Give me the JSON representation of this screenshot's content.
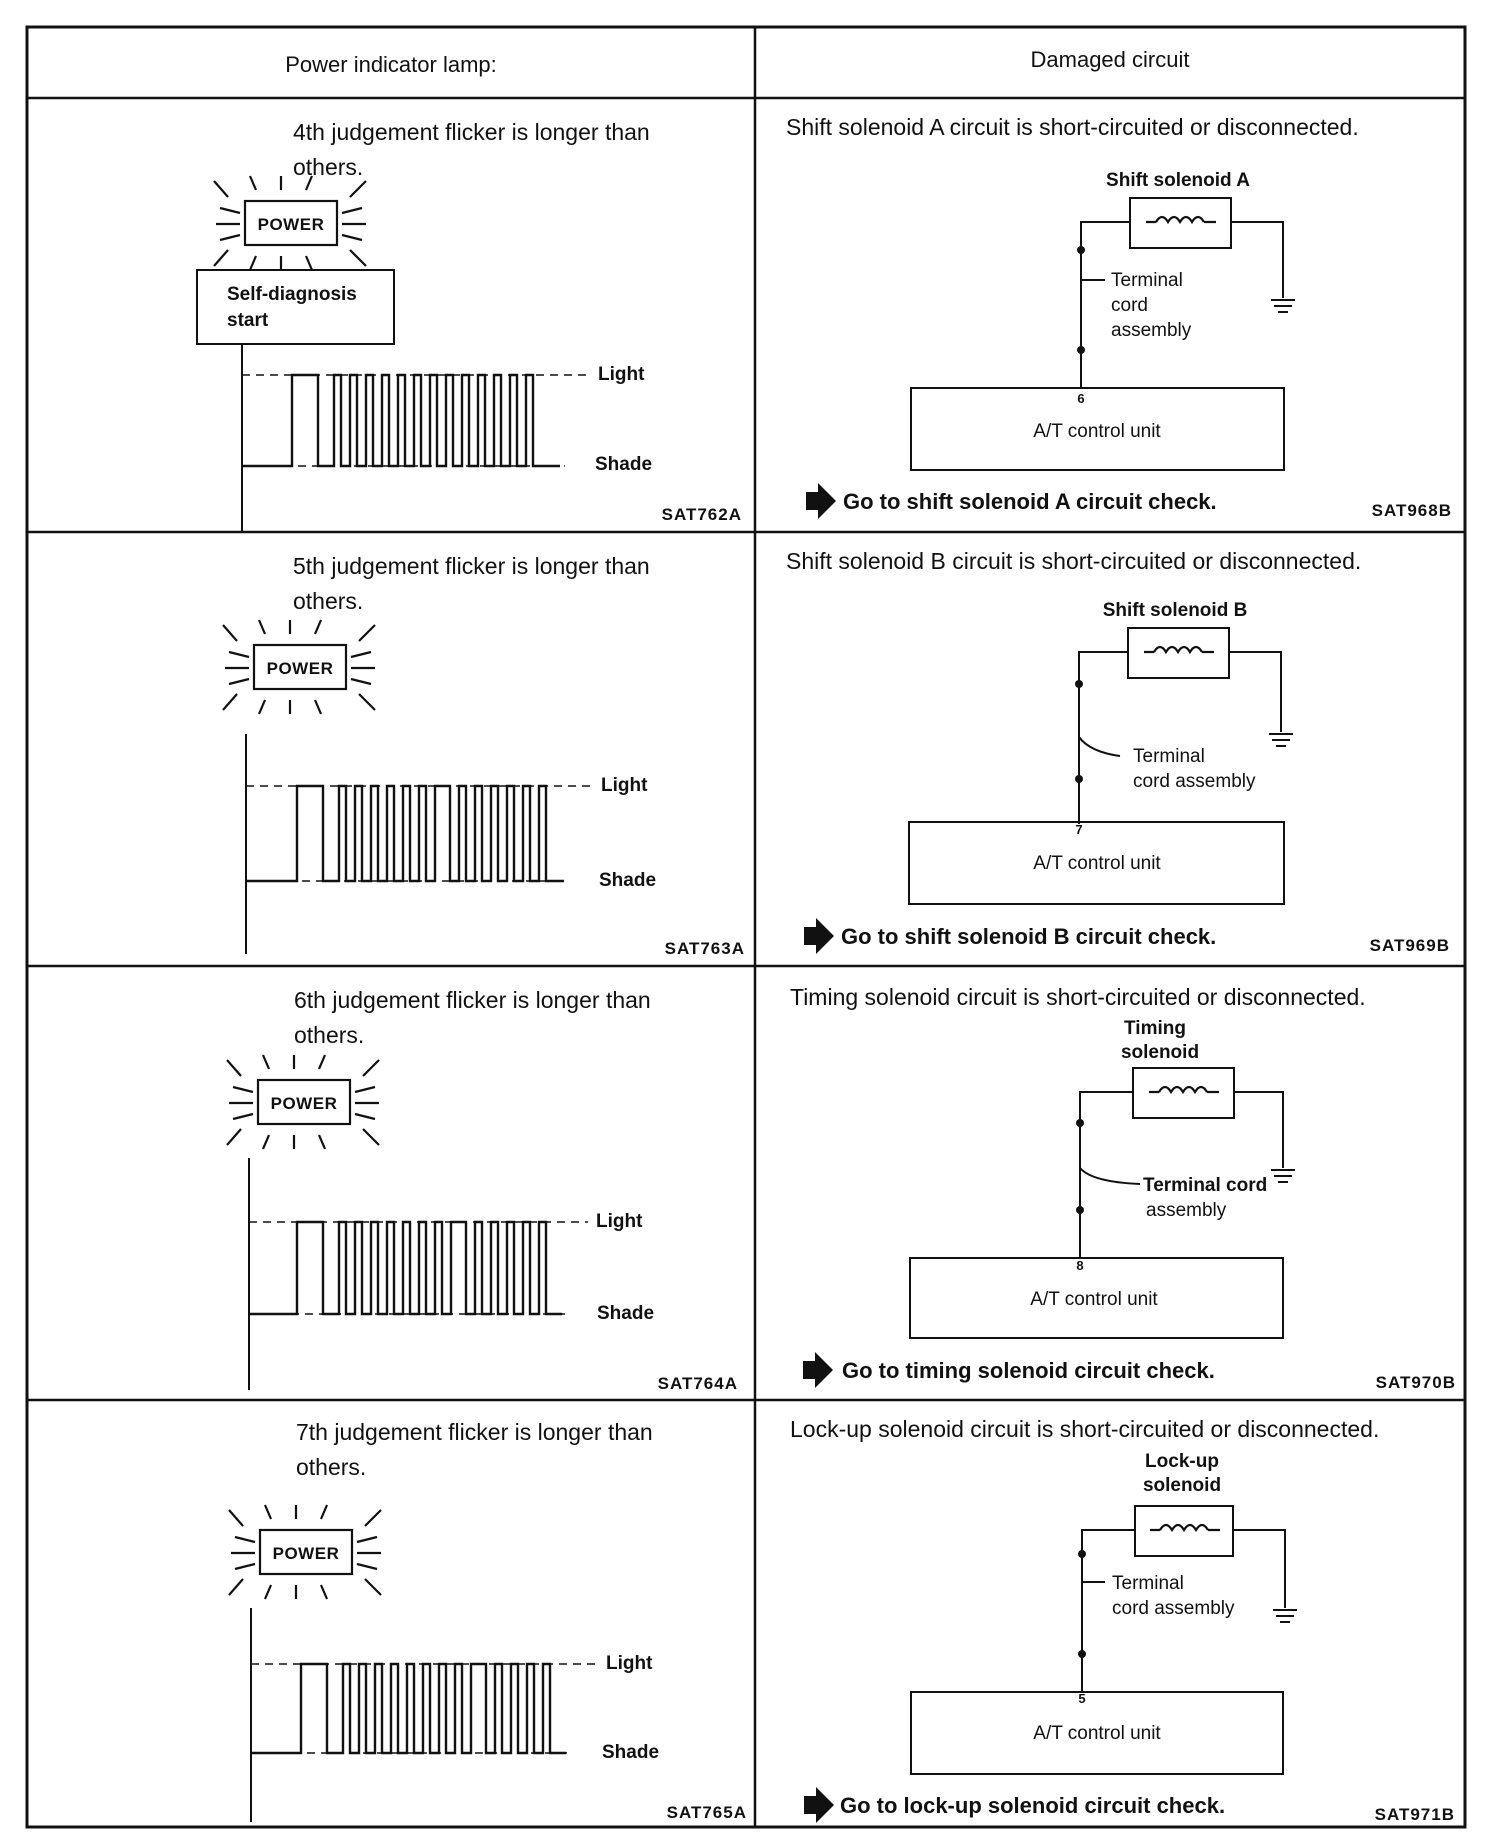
{
  "header": {
    "left": "Power indicator lamp:",
    "right": "Damaged circuit"
  },
  "common": {
    "lamp_label": "POWER",
    "light_label": "Light",
    "shade_label": "Shade",
    "control_unit": "A/T control unit",
    "self_diag_line1": "Self-diagnosis",
    "self_diag_line2": "start"
  },
  "rows": [
    {
      "cond_line1": "4th judgement flicker is longer than",
      "cond_line2": "others.",
      "left_code": "SAT762A",
      "damaged": "Shift solenoid A circuit is short-circuited or disconnected.",
      "solenoid_line1": "Shift solenoid A",
      "solenoid_line2": "",
      "terminal_line1": "Terminal",
      "terminal_line2": "cord",
      "terminal_line3": "assembly",
      "pin": "6",
      "action": "Go to shift solenoid A circuit check.",
      "right_code": "SAT968B"
    },
    {
      "cond_line1": "5th judgement flicker is longer than",
      "cond_line2": "others.",
      "left_code": "SAT763A",
      "damaged": "Shift solenoid B circuit is short-circuited or disconnected.",
      "solenoid_line1": "Shift solenoid B",
      "solenoid_line2": "",
      "terminal_line1": "Terminal",
      "terminal_line2": "cord assembly",
      "terminal_line3": "",
      "pin": "7",
      "action": "Go to shift solenoid B circuit check.",
      "right_code": "SAT969B"
    },
    {
      "cond_line1": "6th judgement flicker is longer than",
      "cond_line2": "others.",
      "left_code": "SAT764A",
      "damaged": "Timing solenoid circuit is short-circuited or disconnected.",
      "solenoid_line1": "Timing",
      "solenoid_line2": "solenoid",
      "terminal_line1": "Terminal cord",
      "terminal_line2": "assembly",
      "terminal_line3": "",
      "pin": "8",
      "action": "Go to timing solenoid circuit check.",
      "right_code": "SAT970B"
    },
    {
      "cond_line1": "7th judgement flicker is longer than",
      "cond_line2": "others.",
      "left_code": "SAT765A",
      "damaged": "Lock-up solenoid circuit is short-circuited or disconnected.",
      "solenoid_line1": "Lock-up",
      "solenoid_line2": "solenoid",
      "terminal_line1": "Terminal",
      "terminal_line2": "cord assembly",
      "terminal_line3": "",
      "pin": "5",
      "action": "Go to lock-up solenoid circuit check.",
      "right_code": "SAT971B"
    }
  ]
}
